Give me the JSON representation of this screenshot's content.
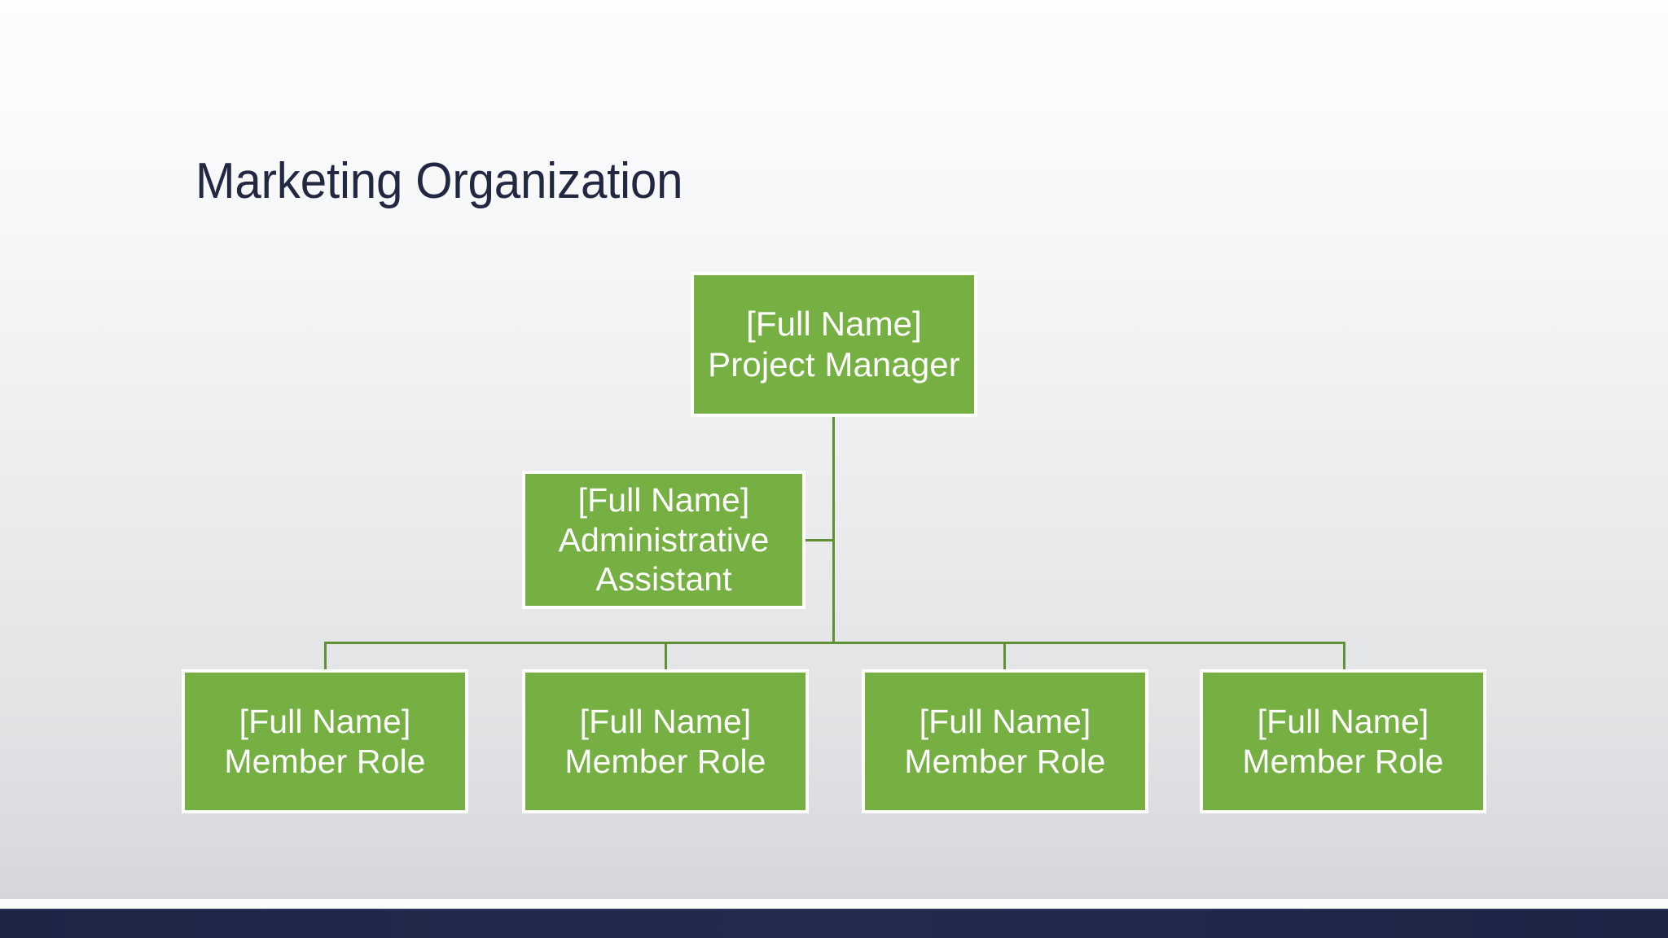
{
  "slide": {
    "title": "Marketing Organization",
    "theme": {
      "node_fill": "#76b043",
      "node_border": "#ffffff",
      "node_text": "#ffffff",
      "connector": "#5f9134",
      "title_color": "#232842",
      "footer_bar": "#20264a",
      "background_top": "#fdfdfe",
      "background_bottom": "#d2d4d9"
    }
  },
  "org_chart": {
    "manager": {
      "name": "[Full Name]",
      "role": "Project Manager"
    },
    "assistant": {
      "name": "[Full Name]",
      "role": "Administrative Assistant"
    },
    "members": [
      {
        "name": "[Full Name]",
        "role": "Member Role"
      },
      {
        "name": "[Full Name]",
        "role": "Member Role"
      },
      {
        "name": "[Full Name]",
        "role": "Member Role"
      },
      {
        "name": "[Full Name]",
        "role": "Member Role"
      }
    ]
  }
}
